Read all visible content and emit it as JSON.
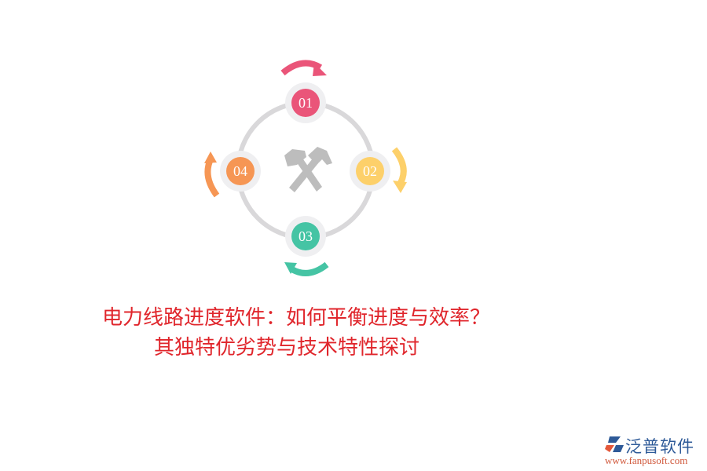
{
  "diagram": {
    "center_icon": "crossed-hammers-icon",
    "ring_color": "#d9d8da",
    "nodes": [
      {
        "label": "01",
        "color": "#ea5579",
        "position": "top"
      },
      {
        "label": "02",
        "color": "#fdd06a",
        "position": "right"
      },
      {
        "label": "03",
        "color": "#45c4a4",
        "position": "bottom"
      },
      {
        "label": "04",
        "color": "#f69654",
        "position": "left"
      }
    ],
    "arrows": [
      {
        "name": "arrow-top",
        "color": "#ea5579",
        "direction": "clockwise"
      },
      {
        "name": "arrow-right",
        "color": "#fdd06a",
        "direction": "clockwise"
      },
      {
        "name": "arrow-bottom",
        "color": "#45c4a4",
        "direction": "clockwise"
      },
      {
        "name": "arrow-left",
        "color": "#f69654",
        "direction": "clockwise"
      }
    ]
  },
  "title": {
    "line1": "电力线路进度软件：如何平衡进度与效率？",
    "line2": "其独特优劣势与技术特性探讨",
    "color": "#e0262c"
  },
  "logo": {
    "name": "泛普软件",
    "url": "www.fanpusoft.com"
  }
}
